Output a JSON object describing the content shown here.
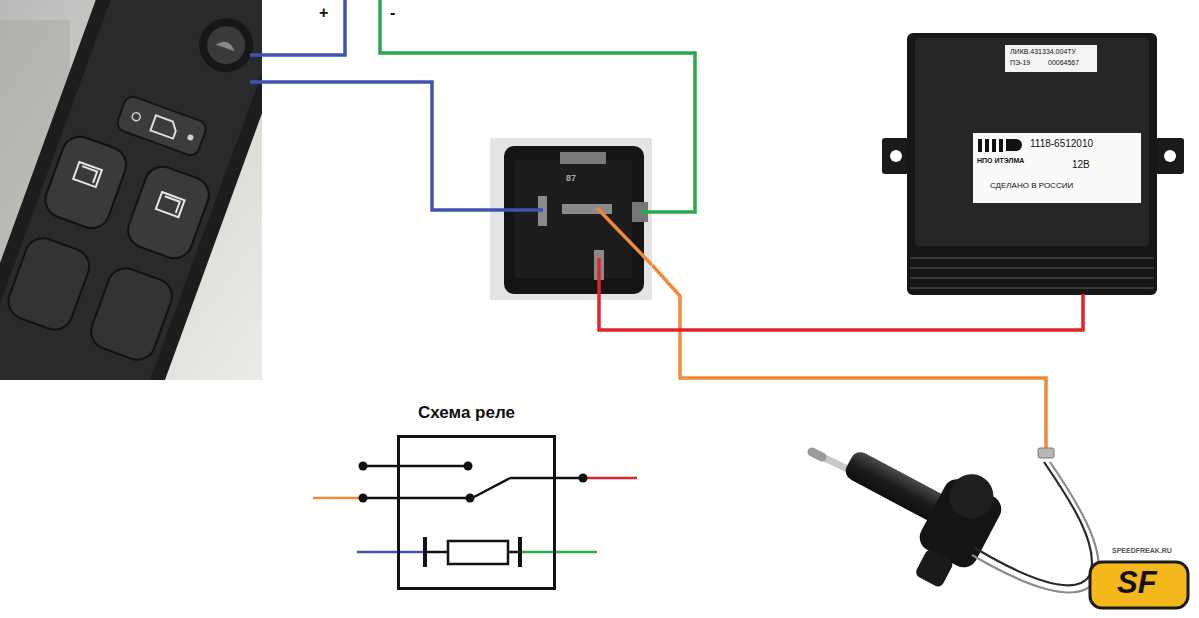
{
  "diagram": {
    "nodes": [
      {
        "text": [
          "87"
        ]
      },
      {
        "text": [
          "ЛИКВ.431334.004ТУ",
          "ПЭ-19",
          "00064567",
          "НПО ИТЭЛМА",
          "1118-6512010",
          "12В",
          "СДЕЛАНО В РОССИИ"
        ]
      },
      {
        "text": [
          "Схема реле"
        ]
      }
    ],
    "edges": [
      {
        "from": 0,
        "to": 1,
        "arrow": "none"
      }
    ],
    "labels": [
      "+",
      "-",
      "SPEEDFREAK.RU",
      "SF"
    ]
  }
}
